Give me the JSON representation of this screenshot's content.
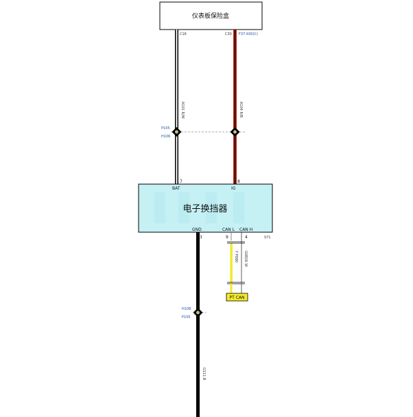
{
  "fuse_box": {
    "title": "仪表板保险盒",
    "pin_left": "C16",
    "pin_right": "C30",
    "pin_right_ref": "F37-X00(C)"
  },
  "wires": {
    "bat_wire": "A101 R/W",
    "ig_wire": "A104 R/B",
    "can_l_wire": "Y P080",
    "can_h_wire": "G0826 W",
    "gnd_wire": "G111 B"
  },
  "connectors": {
    "top_upper": "P105",
    "top_lower": "H106",
    "bottom_upper": "H108",
    "bottom_lower": "P105"
  },
  "module": {
    "title": "电子换挡器",
    "pins": {
      "bat_label": "BAT",
      "bat_num": "7",
      "ig_label": "IG",
      "ig_num": "8",
      "gnd_label": "GND",
      "gnd_num": "3",
      "canl_label": "CAN L",
      "canl_num": "9",
      "canh_label": "CAN H",
      "canh_num": "4",
      "connector_id": "S71"
    },
    "fill_color": "#c5f0f4"
  },
  "pt_can": {
    "label": "PT CAN",
    "color": "#f3ea2a"
  },
  "colors": {
    "red_wire": "#c0281e",
    "black_wire": "#000000",
    "yellow_wire": "#f3ea2a"
  }
}
